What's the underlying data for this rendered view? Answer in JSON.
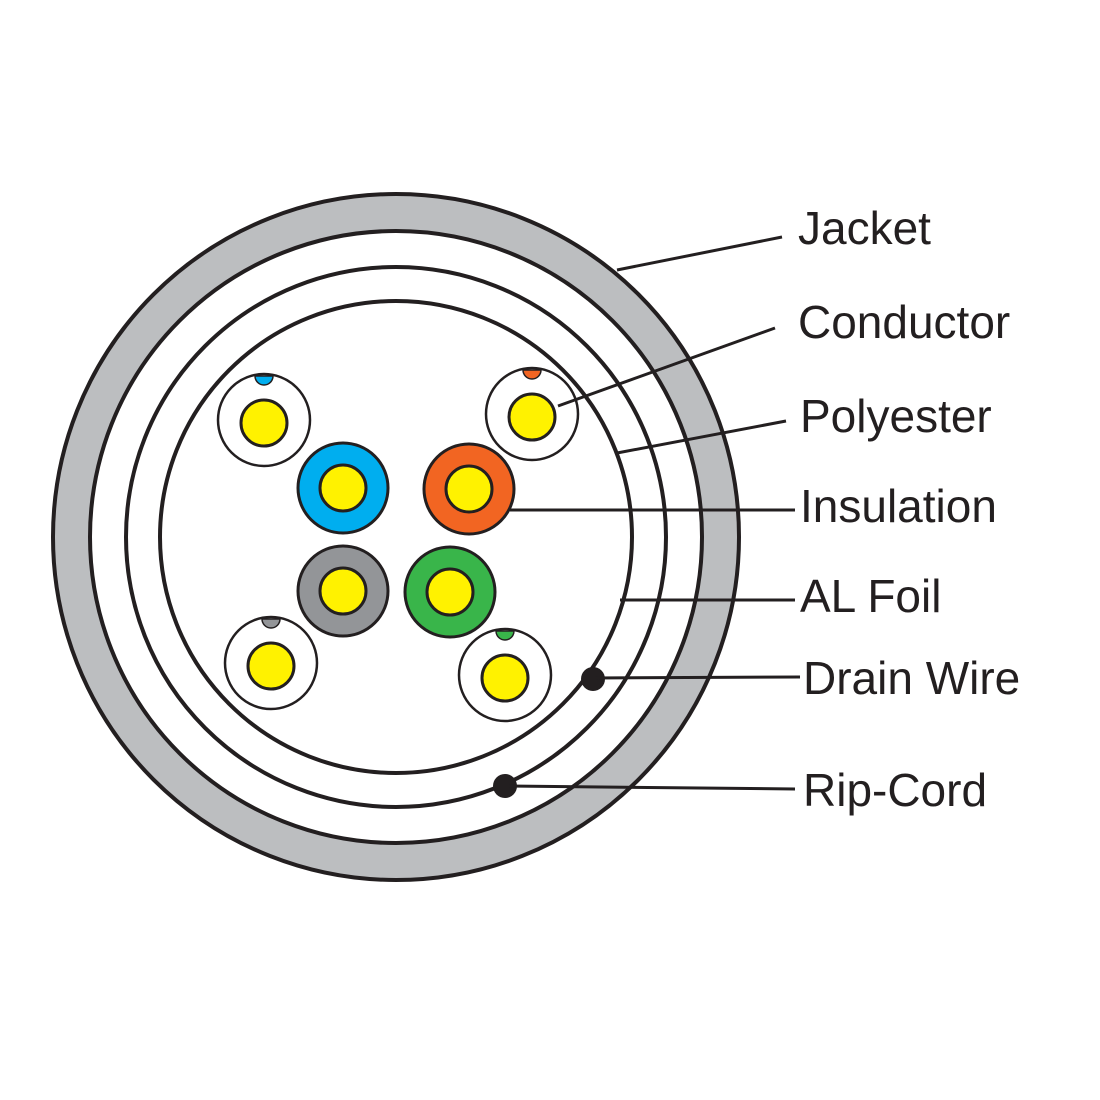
{
  "labels": {
    "jacket": "Jacket",
    "conductor": "Conductor",
    "polyester": "Polyester",
    "insulation": "Insulation",
    "al_foil": "AL Foil",
    "drain_wire": "Drain Wire",
    "rip_cord": "Rip-Cord"
  },
  "colors": {
    "jacket": "#bcbec0",
    "conductor": "#fff200",
    "outline": "#231f20",
    "pair_blue": "#00aeef",
    "pair_orange": "#f26522",
    "pair_gray": "#939598",
    "pair_green": "#39b54a"
  },
  "pairs": [
    {
      "color_name": "blue"
    },
    {
      "color_name": "orange"
    },
    {
      "color_name": "gray"
    },
    {
      "color_name": "green"
    }
  ]
}
